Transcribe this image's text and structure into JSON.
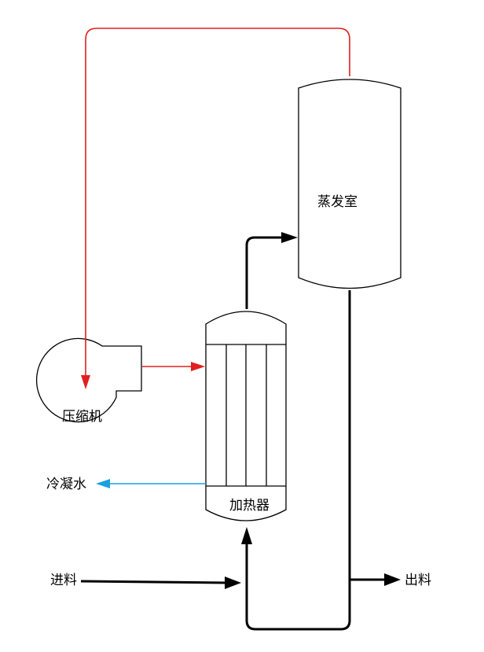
{
  "labels": {
    "evaporator": "蒸发室",
    "compressor": "压缩机",
    "heater": "加热器",
    "condensate": "冷凝水",
    "feed": "进料",
    "product": "出料"
  },
  "colors": {
    "vapor_line": "#e0201e",
    "condensate_line": "#1aa0e0",
    "process_line": "#000000",
    "outline": "#000000"
  }
}
